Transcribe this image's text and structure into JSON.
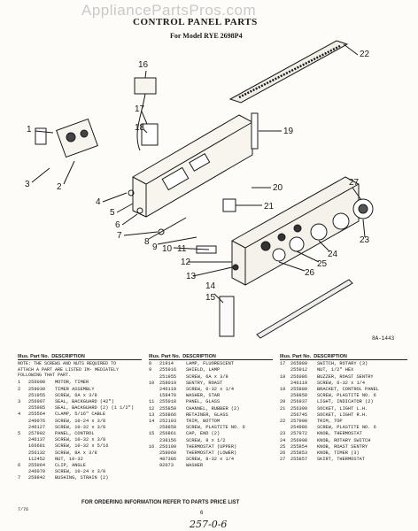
{
  "watermark": "AppliancePartsPros.com",
  "title": "CONTROL PANEL PARTS",
  "subtitle": "For Model RYE 2698P4",
  "ref_code": "8A-1443",
  "callouts": [
    "1",
    "2",
    "3",
    "4",
    "5",
    "6",
    "7",
    "8",
    "9",
    "10",
    "11",
    "12",
    "13",
    "14",
    "15",
    "16",
    "17",
    "18",
    "19",
    "20",
    "21",
    "22",
    "23",
    "24",
    "25",
    "26",
    "27"
  ],
  "table_headers": {
    "col1": "Illus.",
    "col2": "Part",
    "col3": "No.",
    "col4": "DESCRIPTION"
  },
  "note": "NOTE: THE SCREWS AND NUTS REQUIRED TO ATTACH A PART ARE LISTED IM- MEDIATELY FOLLOWING THAT PART.",
  "parts_col1": [
    {
      "illus": "1",
      "part": "256098",
      "desc": "MOTOR, TIMER"
    },
    {
      "illus": "2",
      "part": "259030",
      "desc": "TIMER ASSEMBLY"
    },
    {
      "illus": "",
      "part": "251955",
      "desc": "SCREW, 6A x 3/8"
    },
    {
      "illus": "3",
      "part": "256907",
      "desc": "SEAL, BACKGUARD (42\")"
    },
    {
      "illus": "",
      "part": "255985",
      "desc": "SEAL, BACKGUARD (2) (1 1/2\")"
    },
    {
      "illus": "4",
      "part": "255564",
      "desc": "CLAMP, 5/16\" CABLE"
    },
    {
      "illus": "",
      "part": "246076",
      "desc": "SCREW, 10-24 x 3/8"
    },
    {
      "illus": "",
      "part": "246127",
      "desc": "SCREW, 10-32 x 3/8"
    },
    {
      "illus": "5",
      "part": "257902",
      "desc": "PANEL, CONTROL"
    },
    {
      "illus": "",
      "part": "246137",
      "desc": "SCREW, 10-32 x 3/8"
    },
    {
      "illus": "",
      "part": "166681",
      "desc": "SCREW, 10-32 x 5/16"
    },
    {
      "illus": "",
      "part": "256132",
      "desc": "SCREW, 8A x 3/8"
    },
    {
      "illus": "",
      "part": "112452",
      "desc": "NUT, 10-32"
    },
    {
      "illus": "6",
      "part": "255064",
      "desc": "CLIP, ANGLE"
    },
    {
      "illus": "",
      "part": "246070",
      "desc": "SCREW, 10-24 x 3/8"
    },
    {
      "illus": "7",
      "part": "258842",
      "desc": "BUSHING, STRAIN (2)"
    }
  ],
  "parts_col2": [
    {
      "illus": "8",
      "part": "21914",
      "desc": "LAMP, FLUORESCENT"
    },
    {
      "illus": "9",
      "part": "255916",
      "desc": "SHIELD, LAMP"
    },
    {
      "illus": "",
      "part": "251955",
      "desc": "SCREW, 6A x 3/8"
    },
    {
      "illus": "10",
      "part": "258019",
      "desc": "SENTRY, ROAST"
    },
    {
      "illus": "",
      "part": "246119",
      "desc": "SCREW, 6-32 x 1/4"
    },
    {
      "illus": "",
      "part": "158470",
      "desc": "WASHER, STAR"
    },
    {
      "illus": "11",
      "part": "255018",
      "desc": "PANEL, GLASS"
    },
    {
      "illus": "12",
      "part": "255859",
      "desc": "CHANNEL, RUBBER (2)"
    },
    {
      "illus": "13",
      "part": "256866",
      "desc": "RETAINER, GLASS"
    },
    {
      "illus": "14",
      "part": "252193",
      "desc": "TRIM, BOTTOM"
    },
    {
      "illus": "",
      "part": "258858",
      "desc": "SCREW, PLASTITE NO. 6"
    },
    {
      "illus": "15",
      "part": "256861",
      "desc": "CAP, END (2)"
    },
    {
      "illus": "",
      "part": "238156",
      "desc": "SCREW, 8 x 1/2"
    },
    {
      "illus": "16",
      "part": "256109",
      "desc": "THERMOSTAT (UPPER)"
    },
    {
      "illus": "",
      "part": "258060",
      "desc": "THERMOSTAT (LOWER)"
    },
    {
      "illus": "",
      "part": "487386",
      "desc": "SCREW, 8-32 x 1/4"
    },
    {
      "illus": "",
      "part": "92073",
      "desc": "WASHER"
    }
  ],
  "parts_col3": [
    {
      "illus": "17",
      "part": "265989",
      "desc": "SWITCH, ROTARY (3)"
    },
    {
      "illus": "",
      "part": "255912",
      "desc": "NUT, 1/2\" HEX"
    },
    {
      "illus": "18",
      "part": "256086",
      "desc": "BUZZER, ROAST SENTRY"
    },
    {
      "illus": "",
      "part": "246119",
      "desc": "SCREW, 6-32 x 1/4"
    },
    {
      "illus": "19",
      "part": "255880",
      "desc": "BRACKET, CONTROL PANEL"
    },
    {
      "illus": "",
      "part": "258858",
      "desc": "SCREW, PLASTITE NO. 6"
    },
    {
      "illus": "20",
      "part": "256937",
      "desc": "LIGHT, INDICATOR (2)"
    },
    {
      "illus": "21",
      "part": "256399",
      "desc": "SOCKET, LIGHT L.H."
    },
    {
      "illus": "",
      "part": "256745",
      "desc": "SOCKET, LIGHT R.H."
    },
    {
      "illus": "22",
      "part": "257998",
      "desc": "TRIM, TOP"
    },
    {
      "illus": "",
      "part": "254986",
      "desc": "SCREW, PLASTITE NO. 6"
    },
    {
      "illus": "23",
      "part": "257972",
      "desc": "KNOB, THERMOSTAT"
    },
    {
      "illus": "24",
      "part": "256998",
      "desc": "KNOB, ROTARY SWITCH"
    },
    {
      "illus": "25",
      "part": "255854",
      "desc": "KNOB, ROAST SENTRY"
    },
    {
      "illus": "26",
      "part": "255853",
      "desc": "KNOB, TIMER (3)"
    },
    {
      "illus": "27",
      "part": "255857",
      "desc": "SKIRT, THERMOSTAT"
    }
  ],
  "footer": "FOR ORDERING INFORMATION REFER TO PARTS PRICE LIST",
  "doc_code": "7/76",
  "page_number": "6",
  "handwritten": "257-0-6"
}
